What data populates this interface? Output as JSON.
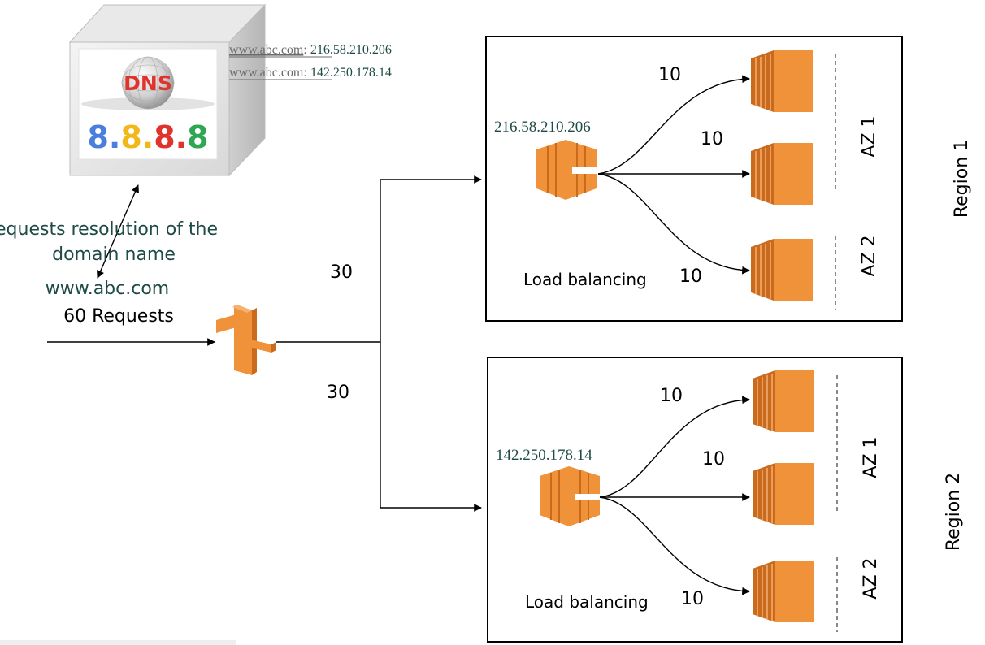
{
  "dns_server": {
    "badge": "DNS",
    "ip": {
      "p1": "8",
      "p2": "8",
      "p3": "8",
      "p4": "8",
      "dot": "."
    },
    "records": [
      {
        "domain": "www.abc.com",
        "sep": ":",
        "ip": "216.58.210.206"
      },
      {
        "domain": "www.abc.com",
        "sep": ":",
        "ip": "142.250.178.14"
      }
    ]
  },
  "client": {
    "resolution_line1": "equests resolution of the",
    "resolution_line2": "domain name",
    "domain": "www.abc.com",
    "requests": "60 Requests"
  },
  "router": {
    "split_top": "30",
    "split_bottom": "30"
  },
  "regions": [
    {
      "name": "Region 1",
      "lb_ip": "216.58.210.206",
      "lb_label": "Load balancing",
      "az1": "AZ 1",
      "az2": "AZ 2",
      "flows": [
        "10",
        "10",
        "10"
      ]
    },
    {
      "name": "Region 2",
      "lb_ip": "142.250.178.14",
      "lb_label": "Load balancing",
      "az1": "AZ 1",
      "az2": "AZ 2",
      "flows": [
        "10",
        "10",
        "10"
      ]
    }
  ],
  "colors": {
    "aws_orange": "#f0923a",
    "aws_dark": "#c96a1c",
    "teal_text": "#1e4b45",
    "dns_red": "#e0332c",
    "g_blue": "#4a7fde",
    "g_yellow": "#f2b81a",
    "g_red": "#e0332c",
    "g_green": "#2fa654"
  }
}
